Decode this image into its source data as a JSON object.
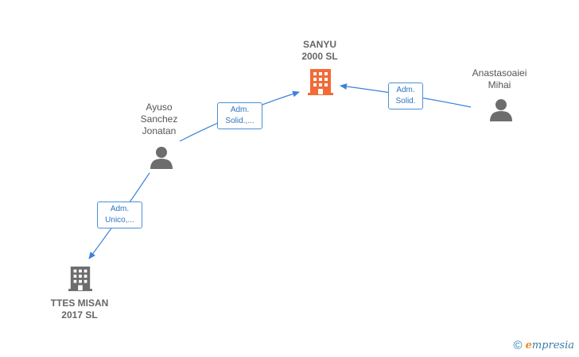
{
  "nodes": {
    "sanyu": {
      "label": "SANYU\n2000  SL",
      "type": "company",
      "color": "#f26b38"
    },
    "anastasoaiei": {
      "label": "Anastasoaiei\nMihai",
      "type": "person",
      "color": "#6d6d6d"
    },
    "ayuso": {
      "label": "Ayuso\nSanchez\nJonatan",
      "type": "person",
      "color": "#6d6d6d"
    },
    "ttes": {
      "label": "TTES MISAN\n2017  SL",
      "type": "company",
      "color": "#6d6d6d"
    }
  },
  "edges": [
    {
      "from": "anastasoaiei",
      "to": "sanyu",
      "label": "Adm.\nSolid."
    },
    {
      "from": "ayuso",
      "to": "sanyu",
      "label": "Adm.\nSolid.,..."
    },
    {
      "from": "ayuso",
      "to": "ttes",
      "label": "Adm.\nUnico,..."
    }
  ],
  "edge_color": "#3b82d8",
  "watermark": {
    "copyright": "©",
    "brand_initial": "e",
    "brand_rest": "mpresia"
  }
}
